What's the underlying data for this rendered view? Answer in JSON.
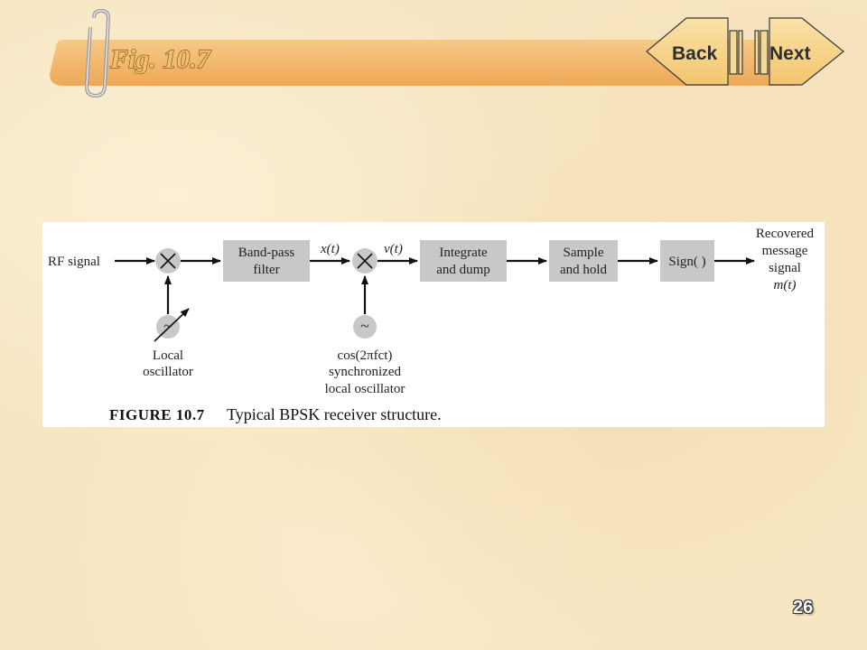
{
  "header": {
    "title": "Fig. 10.7",
    "back_label": "Back",
    "next_label": "Next",
    "banner_color": "#f3b76a",
    "accent_color": "#f0c070"
  },
  "diagram": {
    "input_label": "RF signal",
    "bandpass_line1": "Band-pass",
    "bandpass_line2": "filter",
    "x_label": "x(t)",
    "v_label": "v(t)",
    "integrate_line1": "Integrate",
    "integrate_line2": "and dump",
    "sample_line1": "Sample",
    "sample_line2": "and hold",
    "sign_label": "Sign( )",
    "output_line1": "Recovered",
    "output_line2": "message",
    "output_line3": "signal",
    "output_line4": "m(t)",
    "osc1_line1": "Local",
    "osc1_line2": "oscillator",
    "osc2_line1": "cos(2πfct)",
    "osc2_line2": "synchronized",
    "osc2_line3": "local oscillator",
    "tilde": "~",
    "mixer_symbol": "×"
  },
  "caption": {
    "label": "FIGURE 10.7",
    "text": "Typical BPSK receiver structure."
  },
  "page_number": "26"
}
